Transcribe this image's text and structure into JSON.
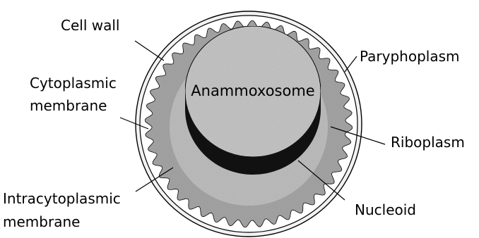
{
  "labels": {
    "cell_wall": "Cell wall",
    "cytoplasmic_membrane_line1": "Cytoplasmic",
    "cytoplasmic_membrane_line2": "membrane",
    "intracytoplasmic_membrane_line1": "Intracytoplasmic",
    "intracytoplasmic_membrane_line2": "membrane",
    "paryphoplasm": "Paryphoplasm",
    "riboplasm": "Riboplasm",
    "nucleoid": "Nucleoid",
    "anammoxosome": "Anammoxosome"
  },
  "colors": {
    "paryphoplasm_fill": "#a6a6a6",
    "riboplasm_fill": "#c4c4c4",
    "anammoxosome_top": "#c6c6c6",
    "anammoxosome_side": "#111111",
    "cell_wall_fill": "#f2f2f2",
    "outline": "#000000"
  }
}
